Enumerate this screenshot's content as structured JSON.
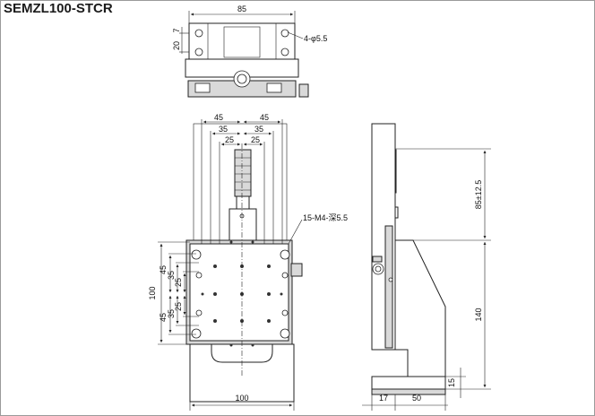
{
  "title": "SEMZL100-STCR",
  "callouts": {
    "top_holes": "4-φ5.5",
    "front_threads": "15-M4-深5.5"
  },
  "dimensions": {
    "top_width": "85",
    "top_20": "20",
    "top_7": "7",
    "front_h45": "45",
    "front_h35": "35",
    "front_h25": "25",
    "front_v45": "45",
    "front_v35": "35",
    "front_v25": "25",
    "front_side": "100",
    "front_bottom": "100",
    "side_travel": "85±12.5",
    "side_height": "140",
    "side_17": "17",
    "side_50": "50",
    "side_15": "15"
  }
}
